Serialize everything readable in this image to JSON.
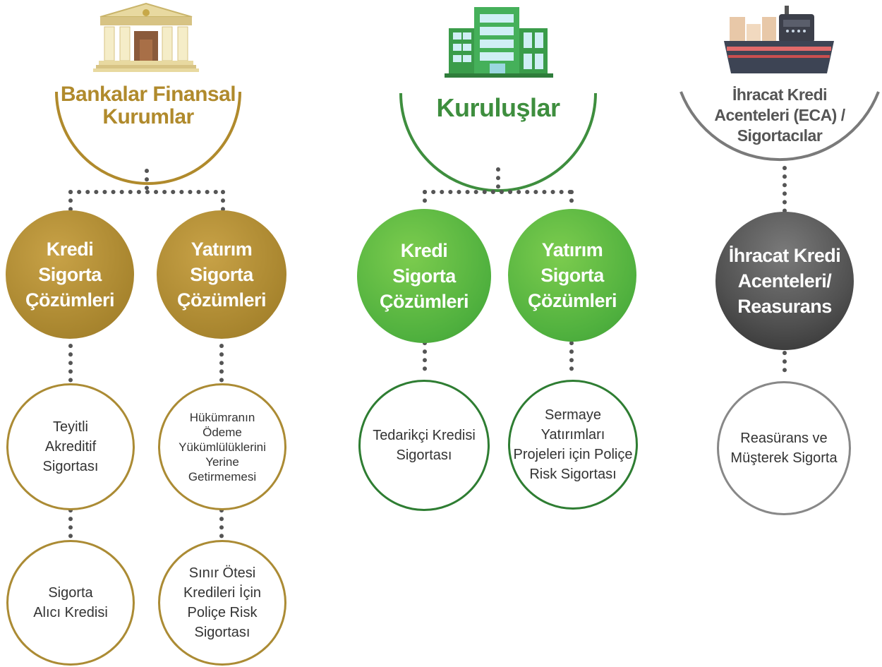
{
  "groups": [
    {
      "title": "Bankalar Finansal\nKurumlar",
      "color": "#b08a2c",
      "icon": "bank-building-icon",
      "solutions": [
        {
          "label": "Kredi\nSigorta\nÇözümleri",
          "children": [
            "Teyitli\nAkreditif\nSigortası",
            "Sigorta\nAlıcı Kredisi"
          ]
        },
        {
          "label": "Yatırım\nSigorta\nÇözümleri",
          "children": [
            "Hükümranın\nÖdeme\nYükümlülüklerini\nYerine\nGetirmemesi",
            "Sınır Ötesi\nKredileri İçin\nPoliçe Risk\nSigortası"
          ]
        }
      ]
    },
    {
      "title": "Kuruluşlar",
      "color": "#3e8e3e",
      "icon": "office-building-icon",
      "solutions": [
        {
          "label": "Kredi\nSigorta\nÇözümleri",
          "children": [
            "Tedarikçi Kredisi\nSigortası"
          ]
        },
        {
          "label": "Yatırım\nSigorta\nÇözümleri",
          "children": [
            "Sermaye\nYatırımları\nProjeleri için Poliçe\nRisk Sigortası"
          ]
        }
      ]
    },
    {
      "title": "İhracat Kredi\nAcenteleri (ECA) /\nSigortacılar",
      "color": "#555555",
      "icon": "cargo-ship-icon",
      "solutions": [
        {
          "label": "İhracat Kredi\nAcenteleri/\nReasurans",
          "children": [
            "Reasürans ve\nMüşterek Sigorta"
          ]
        }
      ]
    }
  ]
}
